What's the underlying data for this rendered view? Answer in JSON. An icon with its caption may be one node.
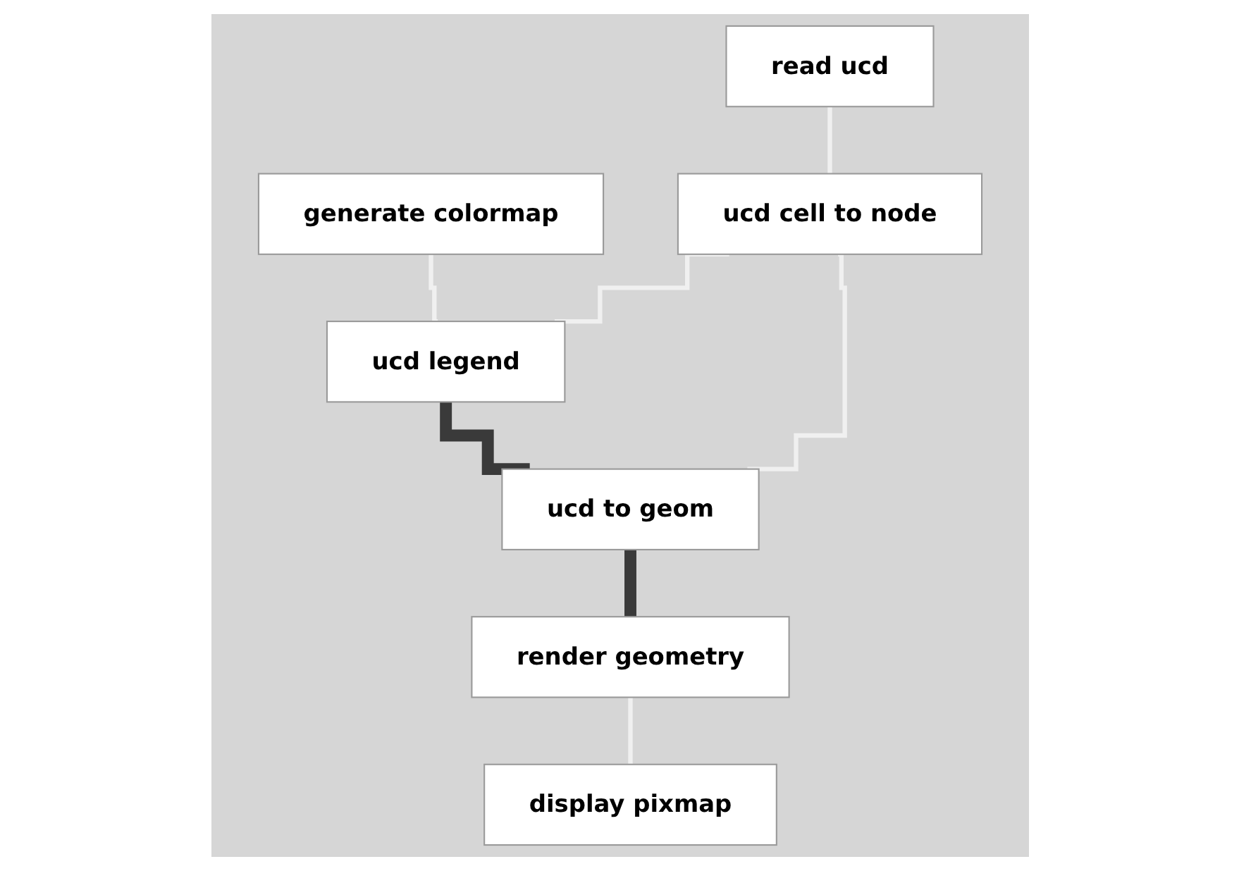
{
  "diagram": {
    "nodes": [
      {
        "text": [
          "generate colormap"
        ]
      },
      {
        "text": [
          "read ucd"
        ]
      },
      {
        "text": [
          "ucd cell to node"
        ]
      },
      {
        "text": [
          "ucd legend"
        ]
      },
      {
        "text": [
          "ucd to geom"
        ]
      },
      {
        "text": [
          "render geometry"
        ]
      },
      {
        "text": [
          "display pixmap"
        ]
      }
    ],
    "edges": [
      {
        "from": 0,
        "to": 3,
        "arrow": "none"
      },
      {
        "from": 1,
        "to": 2,
        "arrow": "none"
      },
      {
        "from": 2,
        "to": 3,
        "arrow": "none"
      },
      {
        "from": 2,
        "to": 4,
        "arrow": "none"
      },
      {
        "from": 3,
        "to": 4,
        "arrow": "none",
        "style": "thick",
        "color": "#3a3a3a"
      },
      {
        "from": 4,
        "to": 5,
        "arrow": "none",
        "style": "thick",
        "color": "#3a3a3a"
      },
      {
        "from": 5,
        "to": 6,
        "arrow": "none"
      }
    ]
  }
}
